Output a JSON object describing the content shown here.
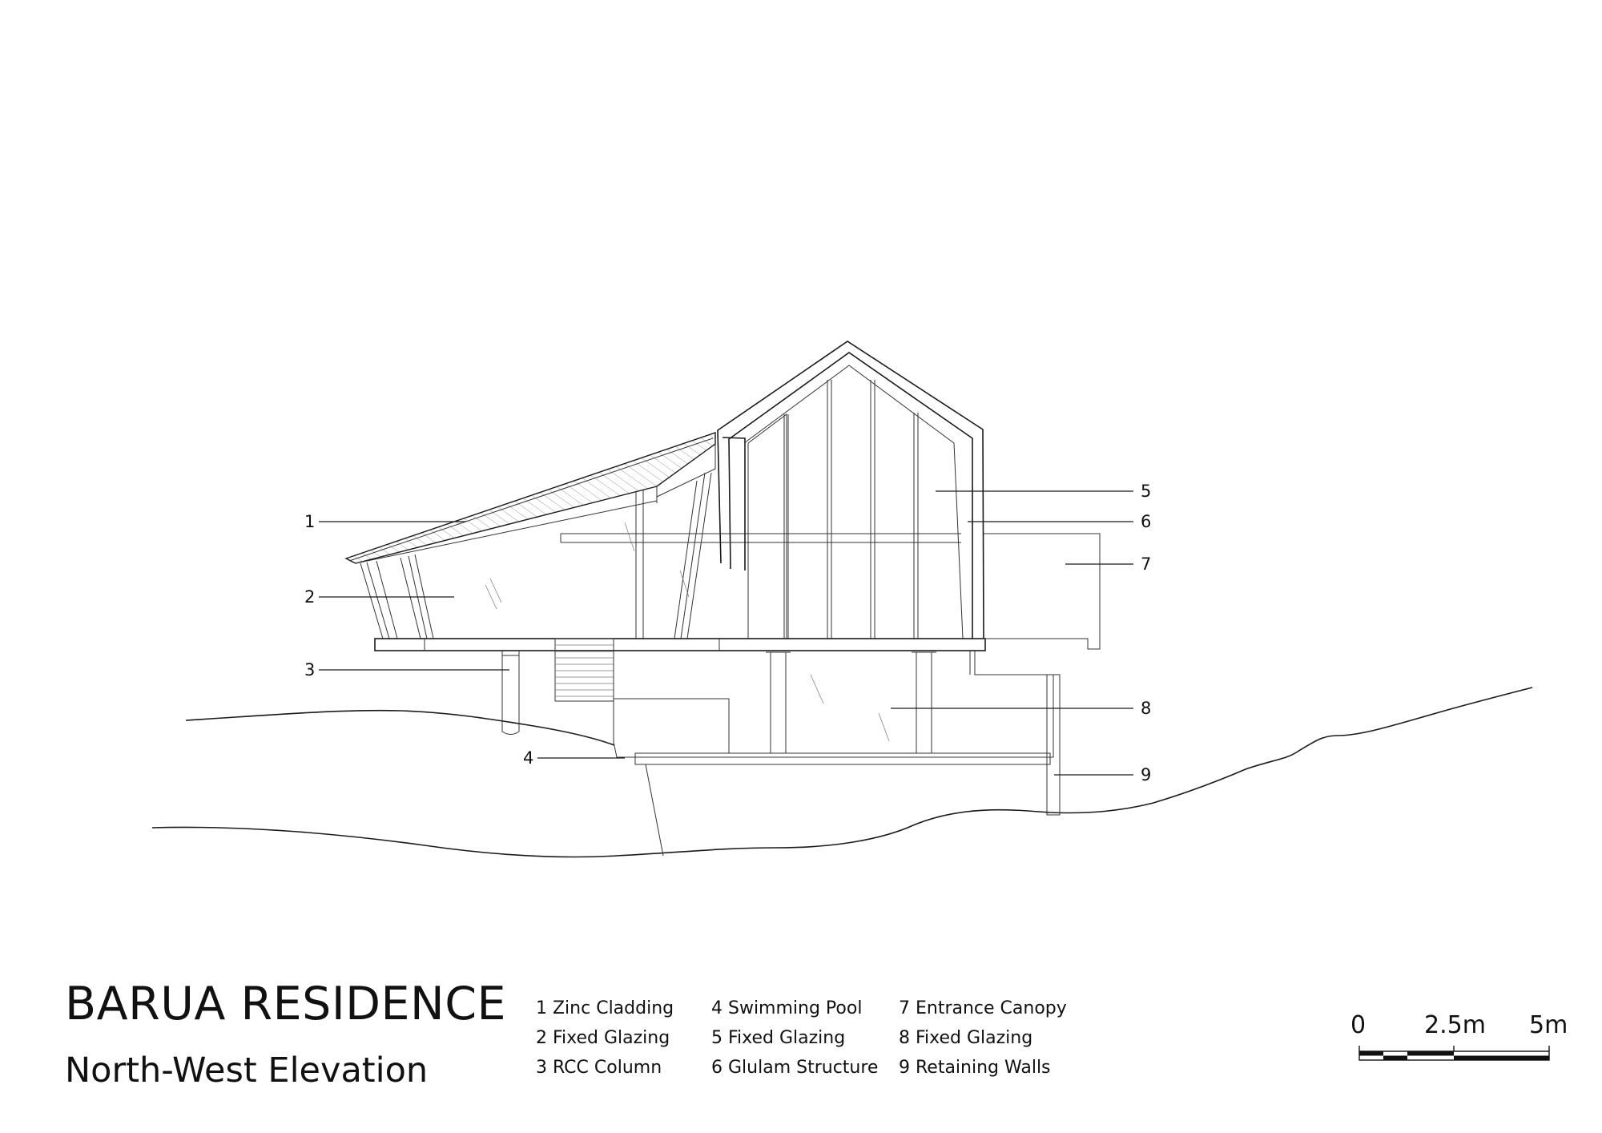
{
  "title": "BARUA RESIDENCE",
  "subtitle": "North-West Elevation",
  "callouts": [
    "1",
    "2",
    "3",
    "4",
    "5",
    "6",
    "7",
    "8",
    "9"
  ],
  "legend": [
    [
      "1 Zinc Cladding",
      "2 Fixed Glazing",
      "3 RCC Column"
    ],
    [
      "4 Swimming Pool",
      "5 Fixed Glazing",
      "6 Glulam Structure"
    ],
    [
      "7 Entrance Canopy",
      "8 Fixed Glazing",
      "9 Retaining Walls"
    ]
  ],
  "scale_bar": {
    "labels": [
      "0",
      "2.5m",
      "5m"
    ]
  }
}
